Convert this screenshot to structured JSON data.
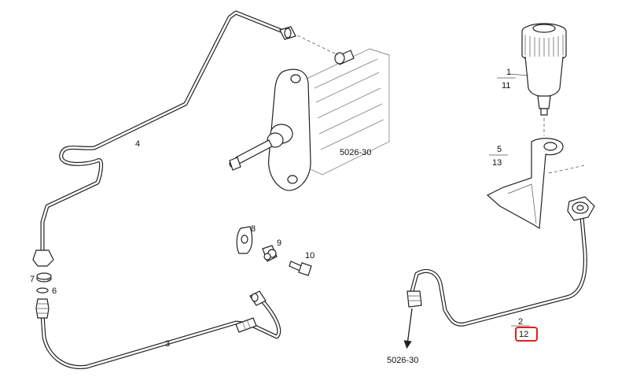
{
  "diagram": {
    "part_labels": {
      "p1": "1",
      "p11": "11",
      "p2": "2",
      "p12": "12",
      "p3": "3",
      "p4": "4",
      "p5": "5",
      "p13": "13",
      "p6": "6",
      "p7": "7",
      "p8": "8",
      "p9": "9",
      "p10": "10"
    },
    "refs": {
      "cylinder_ref": "5026-30",
      "arrow_ref": "5026-30"
    },
    "highlight": {
      "label": "12",
      "color": "#e02020"
    }
  }
}
